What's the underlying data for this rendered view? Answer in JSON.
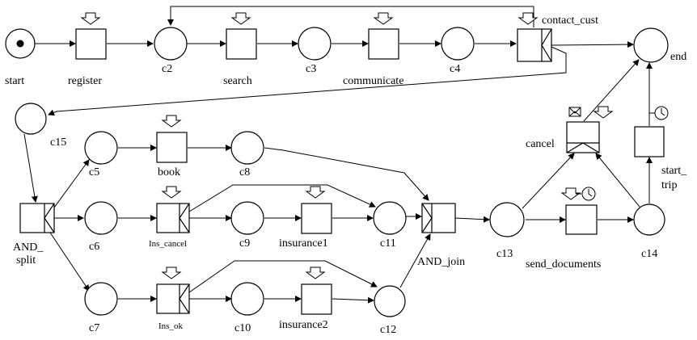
{
  "places": {
    "start": "start",
    "c2": "c2",
    "c3": "c3",
    "c4": "c4",
    "end": "end",
    "c15": "c15",
    "c5": "c5",
    "c6": "c6",
    "c7": "c7",
    "c8": "c8",
    "c9": "c9",
    "c10": "c10",
    "c11": "c11",
    "c12": "c12",
    "c13": "c13",
    "c14": "c14"
  },
  "transitions": {
    "register": "register",
    "search": "search",
    "communicate": "communicate",
    "contact_cust": "contact_cust",
    "book": "book",
    "ins_cancel": "Ins_cancel",
    "ins_ok": "Ins_ok",
    "insurance1": "insurance1",
    "insurance2": "insurance2",
    "and_split_1": "AND_",
    "and_split_2": "split",
    "and_join": "AND_join",
    "cancel": "cancel",
    "send_documents": "send_documents",
    "start_trip_1": "start_",
    "start_trip_2": "trip"
  },
  "trigger_icons": {
    "user": "down-arrow-icon",
    "time": "clock-icon",
    "message": "envelope-icon"
  },
  "colors": {
    "stroke": "#000000",
    "background": "#ffffff"
  }
}
